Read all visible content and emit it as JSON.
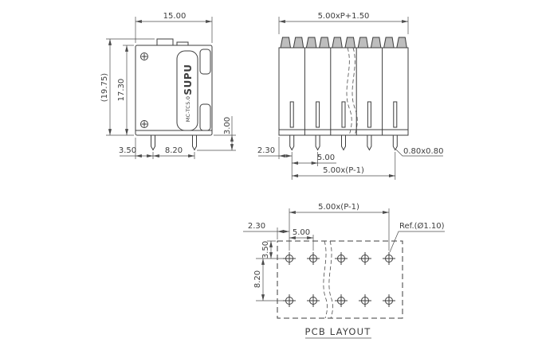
{
  "drawing": {
    "ink_color": "#3d3d3d",
    "background": "#ffffff"
  },
  "side_view": {
    "dim_width": "15.00",
    "dim_height_total": "(19.75)",
    "dim_height_body": "17.30",
    "dim_pin_length": "3.00",
    "dim_pin_offset": "3.50",
    "dim_pin_pitch": "8.20",
    "brand": "SUPU",
    "model": "MC-TC5.0"
  },
  "front_view": {
    "dim_total_width": "5.00xP+1.50",
    "dim_first_pin_offset": "2.30",
    "dim_pin_pitch": "5.00",
    "dim_pin_cross_section": "0.80x0.80",
    "dim_pin_span": "5.00x(P-1)",
    "visible_poles": 5
  },
  "pcb_layout": {
    "caption": "PCB LAYOUT",
    "dim_hole_span": "5.00x(P-1)",
    "dim_first_hole_offset": "2.30",
    "dim_hole_pitch": "5.00",
    "hole_reference": "Ref.(Ø1.10)",
    "dim_row_offset": "3.50",
    "dim_row_pitch": "8.20",
    "visible_columns": 5,
    "rows": 2
  }
}
